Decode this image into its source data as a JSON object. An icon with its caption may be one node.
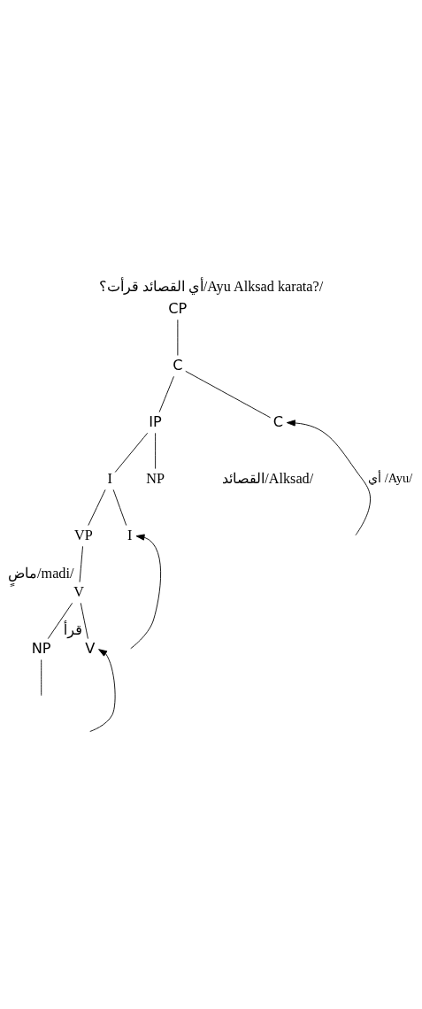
{
  "diagram": {
    "title": "أي القصائد قرأت؟/Ayu Alksad karata?/",
    "nodes": [
      {
        "text": [
          "CP"
        ]
      },
      {
        "text": [
          "C"
        ]
      },
      {
        "text": [
          "IP"
        ]
      },
      {
        "text": [
          "C"
        ]
      },
      {
        "text": [
          "I"
        ]
      },
      {
        "text": [
          "NP"
        ]
      },
      {
        "text": [
          "VP"
        ]
      },
      {
        "text": [
          "I"
        ]
      },
      {
        "text": [
          "V"
        ],
        "beside": [
          "ماضٍ/madi/"
        ]
      },
      {
        "text": [
          "NP"
        ]
      },
      {
        "text": [
          "V"
        ],
        "beside": [
          "قرأ"
        ]
      }
    ],
    "edges": [
      {
        "from": 0,
        "to": 1,
        "arrow": "none"
      },
      {
        "from": 1,
        "to": 2,
        "arrow": "none"
      },
      {
        "from": 1,
        "to": 3,
        "arrow": "none"
      },
      {
        "from": 2,
        "to": 4,
        "arrow": "none"
      },
      {
        "from": 2,
        "to": 5,
        "arrow": "none"
      },
      {
        "from": 4,
        "to": 6,
        "arrow": "none"
      },
      {
        "from": 4,
        "to": 7,
        "arrow": "none"
      },
      {
        "from": 6,
        "to": 8,
        "arrow": "none"
      },
      {
        "from": 8,
        "to": 9,
        "arrow": "none"
      },
      {
        "from": 8,
        "to": 10,
        "arrow": "none"
      },
      {
        "from": 9,
        "to": null,
        "arrow": "none"
      },
      {
        "from": null,
        "to": 3,
        "arrow": "to",
        "label": "أي /Ayu/"
      },
      {
        "from": null,
        "to": 7,
        "arrow": "to"
      },
      {
        "from": null,
        "to": 10,
        "arrow": "to"
      }
    ],
    "labels": [
      "القصائد/Alksad/"
    ]
  }
}
